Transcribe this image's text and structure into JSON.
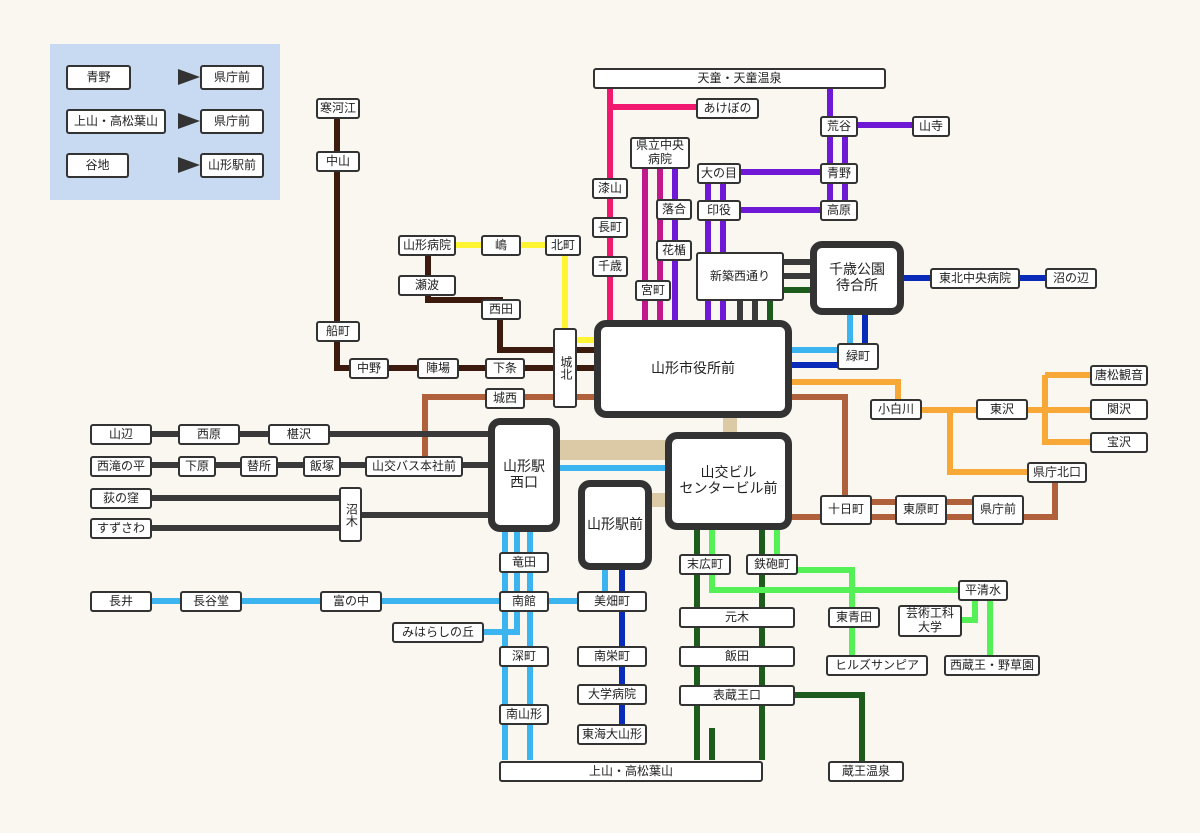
{
  "legend": {
    "rows": [
      {
        "from": "青野",
        "to": "県庁前"
      },
      {
        "from": "上山・高松葉山",
        "to": "県庁前"
      },
      {
        "from": "谷地",
        "to": "山形駅前"
      }
    ]
  },
  "colors": {
    "brown_dark": "#3d1a0e",
    "brown": "#b0603a",
    "pink": "#f0186f",
    "magenta": "#c2188d",
    "purple": "#6f18d6",
    "yellow": "#fff533",
    "navy": "#0a2bb8",
    "sky": "#3cb4f0",
    "orange": "#f7a837",
    "green_dark": "#1e5c1e",
    "green_light": "#55f055",
    "gray": "#3a3a3a",
    "beige": "#dccaa6",
    "blue": "#1a3ccc"
  },
  "hubs": {
    "shiyakusho": "山形市役所前",
    "nishiguchi": "山形駅\n西口",
    "ekimae": "山形駅前",
    "center": "山交ビル\nセンタービル前",
    "chitose": "千歳公園\n待合所",
    "shinchiku": "新築西通り"
  },
  "stations": {
    "tendo": "天童・天童温泉",
    "akebono": "あけぼの",
    "araya": "荒谷",
    "yamadera": "山寺",
    "kenritsu": "県立中央\n病院",
    "oonome": "大の目",
    "aono": "青野",
    "urushiyama": "漆山",
    "ochiai": "落合",
    "inyaku": "印役",
    "takahara": "高原",
    "nagamachi": "長町",
    "hanakusu": "花楯",
    "chitose_st": "千歳",
    "miyamachi": "宮町",
    "tohoku_chuo": "東北中央病院",
    "numanohe": "沼の辺",
    "midoricho": "緑町",
    "sakaee": "寒河江",
    "nakayama": "中山",
    "funamachi": "船町",
    "nakano": "中野",
    "jinba": "陣場",
    "shimojo": "下条",
    "johoku": "城北",
    "jonishi": "城西",
    "yamagata_hosp": "山形病院",
    "shima": "嶋",
    "kitamachi": "北町",
    "sehanami": "瀬波",
    "nishida": "西田",
    "yamabe": "山辺",
    "nishihara": "西原",
    "kunugizawa": "椹沢",
    "nishitakinohira": "西滝の平",
    "shimohara": "下原",
    "taesho": "替所",
    "iizuka": "飯塚",
    "honsha": "山交バス本社前",
    "oginokubo": "荻の窪",
    "suzusawa": "すずさわ",
    "numagi": "沼木",
    "odoshigawa": "小白川",
    "higashizawa": "東沢",
    "karamatsu": "唐松観音",
    "sekizawa": "関沢",
    "takarazawa": "宝沢",
    "kenchokitaguchi": "県庁北口",
    "tokamachi": "十日町",
    "higashiharamachi": "東原町",
    "kenchomae": "県庁前",
    "nagai": "長井",
    "hasedo": "長谷堂",
    "tominonaka": "富の中",
    "ryuta": "竜田",
    "minamidate": "南館",
    "miharashi": "みはらしの丘",
    "fukamachi": "深町",
    "minamiyamagata": "南山形",
    "kaminoyama": "上山・高松葉山",
    "bibatake": "美畑町",
    "nanei": "南栄町",
    "daigaku": "大学病院",
    "tokai": "東海大山形",
    "suehiro": "末広町",
    "teppo": "鉄砲町",
    "motoki": "元木",
    "iida": "飯田",
    "omotezao": "表蔵王口",
    "zaoonsen": "蔵王温泉",
    "higashiaota": "東青田",
    "hills": "ヒルズサンピア",
    "hirashimizu": "平清水",
    "geiko": "芸術工科\n大学",
    "nishizao": "西蔵王・野草園"
  }
}
